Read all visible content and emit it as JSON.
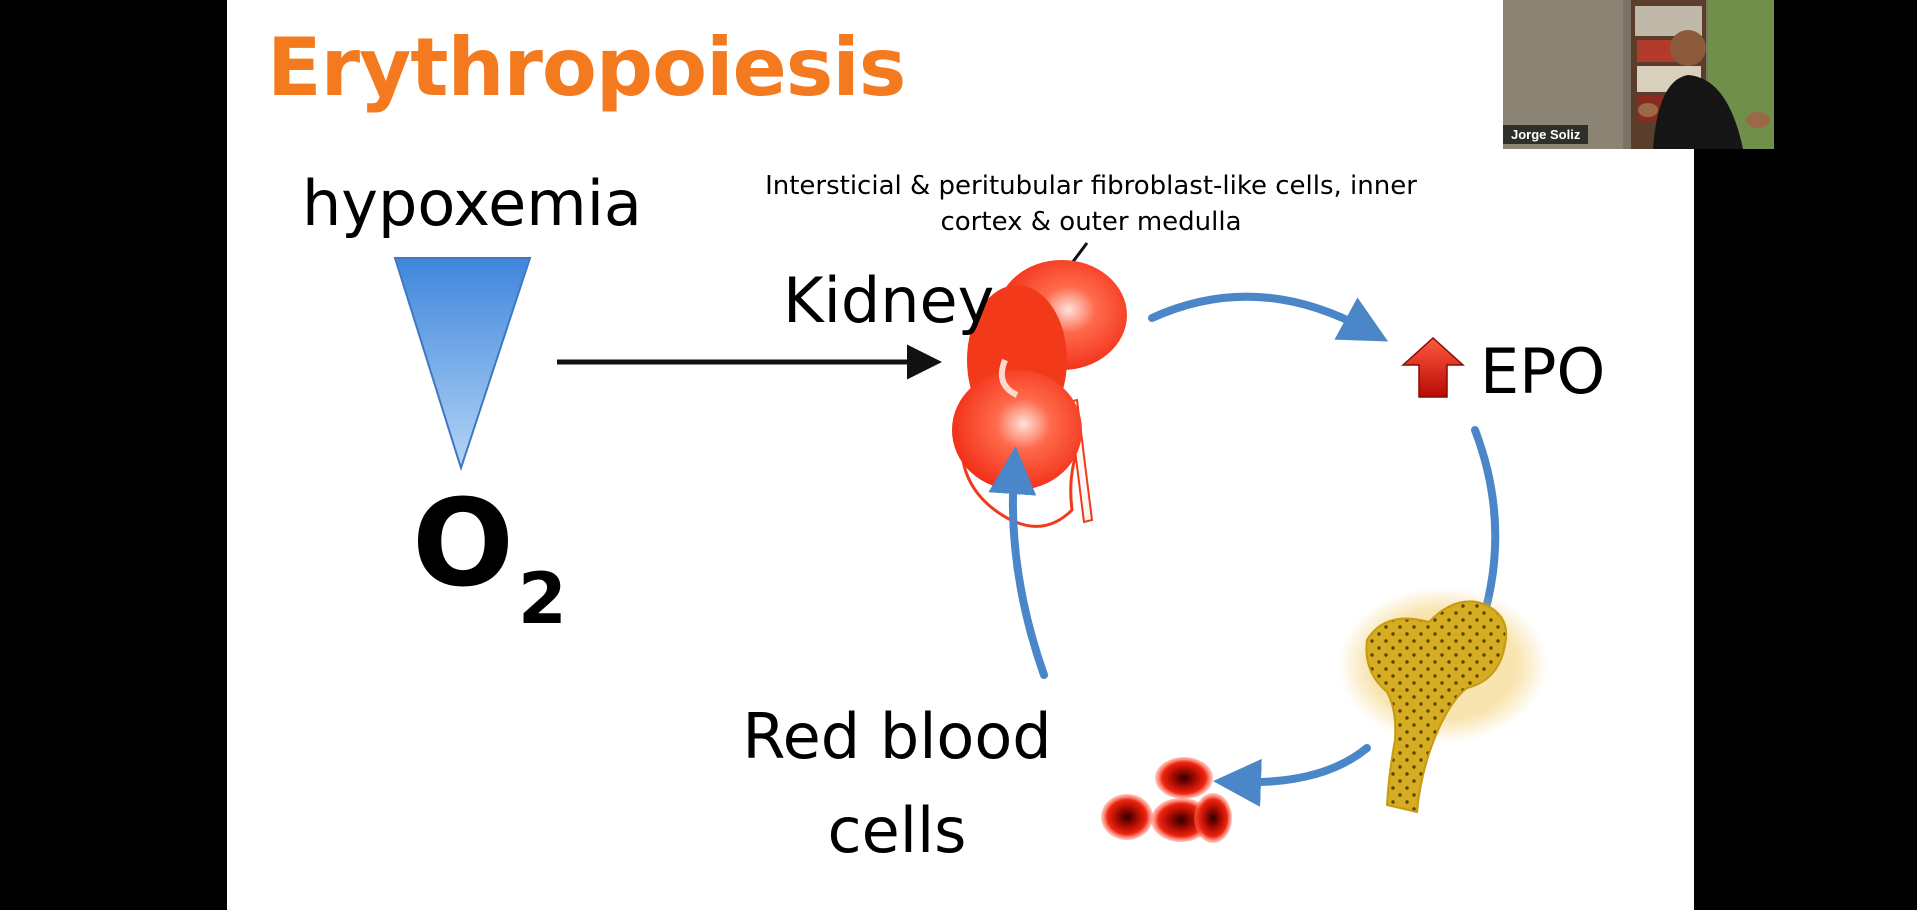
{
  "slide": {
    "title": "Erythropoiesis",
    "hypoxemia_label": "hypoxemia",
    "o2_main": "O",
    "o2_sub": "2",
    "kidney_label": "Kidney",
    "cells_note": "Intersticial & peritubular fibroblast-like cells, inner cortex & outer medulla",
    "epo_label": "EPO",
    "rbc_label": "Red blood cells"
  },
  "video": {
    "participant_name": "Jorge Soliz"
  },
  "colors": {
    "title": "#f47a20",
    "cycle_arrow": "#4a86c8",
    "kidney": "#f03a1e",
    "bone": "#d6a91a",
    "triangle": "#5b9be0",
    "up_arrow": "#e62420"
  },
  "icons": [
    "down-triangle-icon",
    "right-arrow-icon",
    "kidney-icon",
    "up-arrow-icon",
    "bone-icon",
    "red-blood-cells-icon"
  ]
}
